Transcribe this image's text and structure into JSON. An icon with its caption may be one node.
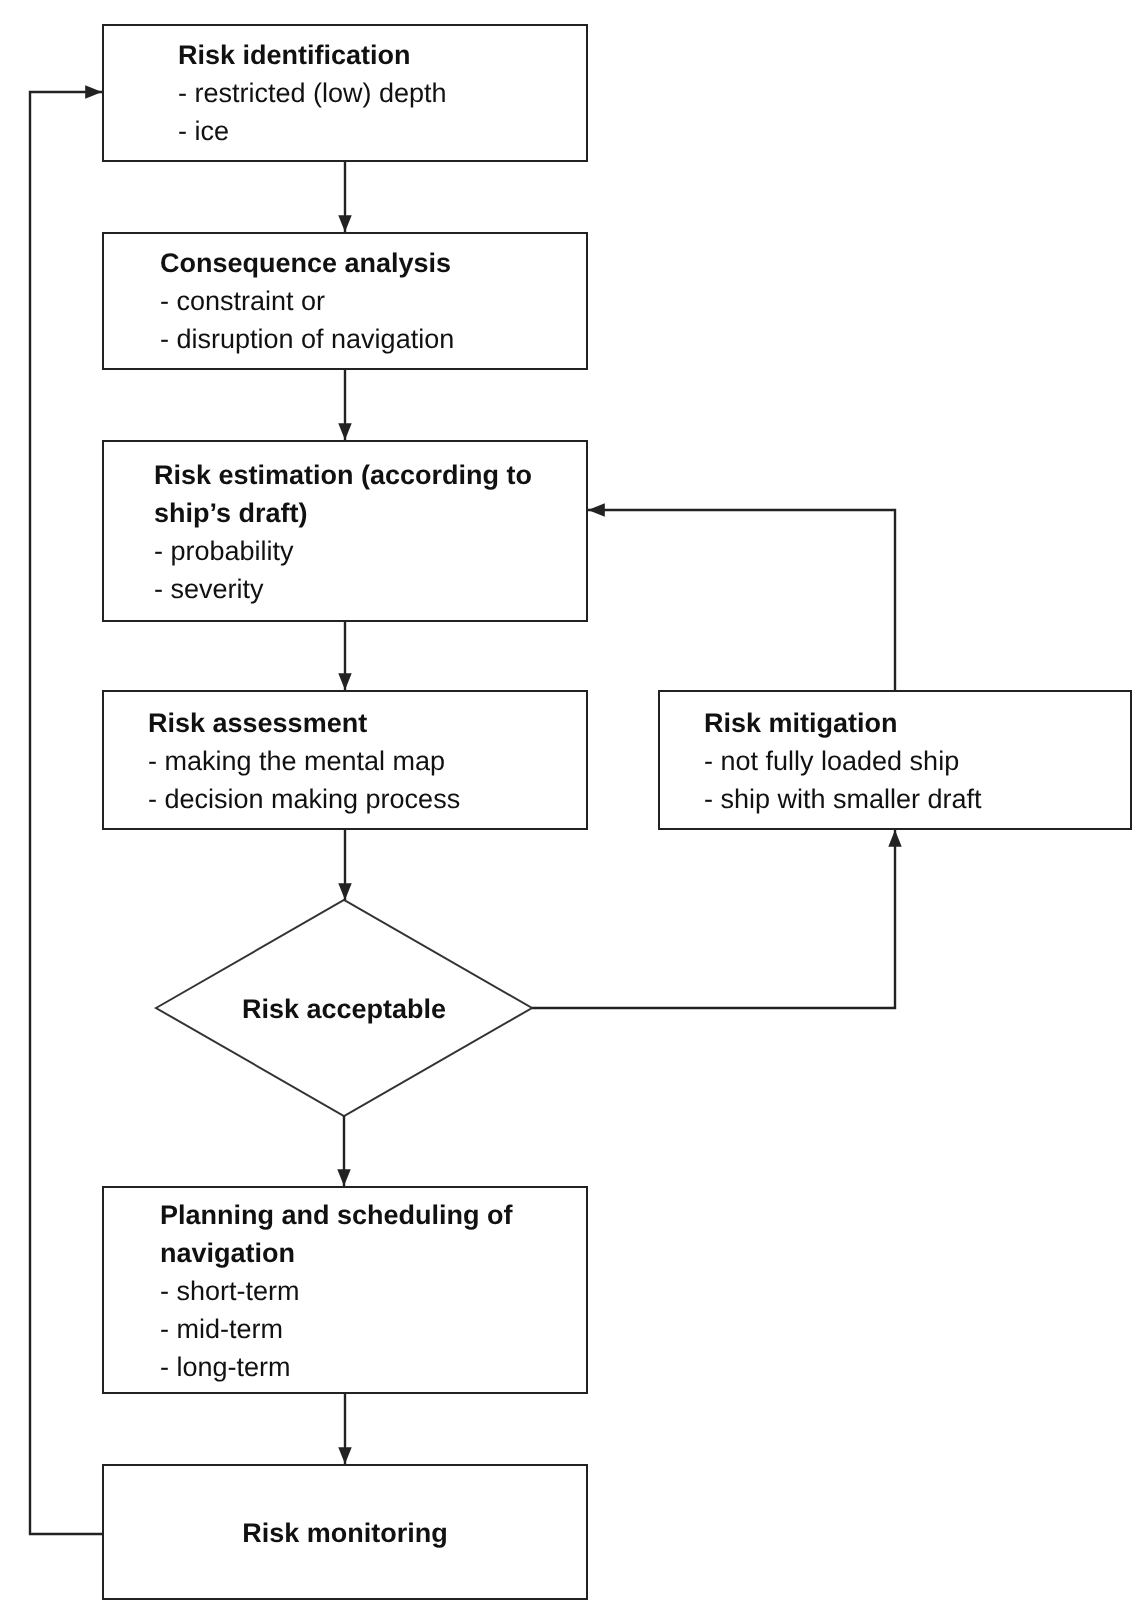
{
  "diagram": {
    "nodes": [
      {
        "text": [
          "Risk identification",
          "- restricted (low) depth",
          "- ice"
        ]
      },
      {
        "text": [
          "Consequence analysis",
          "- constraint or",
          "- disruption of navigation"
        ]
      },
      {
        "text": [
          "Risk estimation (according to ship’s draft)",
          "- probability",
          "- severity"
        ]
      },
      {
        "text": [
          "Risk assessment",
          "- making the mental map",
          "- decision making process"
        ]
      },
      {
        "text": [
          "Risk mitigation",
          "- not fully loaded ship",
          "- ship with smaller draft"
        ]
      },
      {
        "text": [
          "Risk acceptable"
        ]
      },
      {
        "text": [
          "Planning and scheduling of navigation",
          "- short-term",
          "- mid-term",
          "- long-term"
        ]
      },
      {
        "text": [
          "Risk monitoring"
        ]
      }
    ],
    "edges": [
      {
        "from": 0,
        "to": 1,
        "arrow": "to"
      },
      {
        "from": 1,
        "to": 2,
        "arrow": "to"
      },
      {
        "from": 2,
        "to": 3,
        "arrow": "to"
      },
      {
        "from": 3,
        "to": 5,
        "arrow": "to"
      },
      {
        "from": 5,
        "to": 4,
        "arrow": "to"
      },
      {
        "from": 4,
        "to": 2,
        "arrow": "to"
      },
      {
        "from": 5,
        "to": 6,
        "arrow": "to"
      },
      {
        "from": 6,
        "to": 7,
        "arrow": "to"
      },
      {
        "from": 7,
        "to": 0,
        "arrow": "to"
      }
    ]
  }
}
